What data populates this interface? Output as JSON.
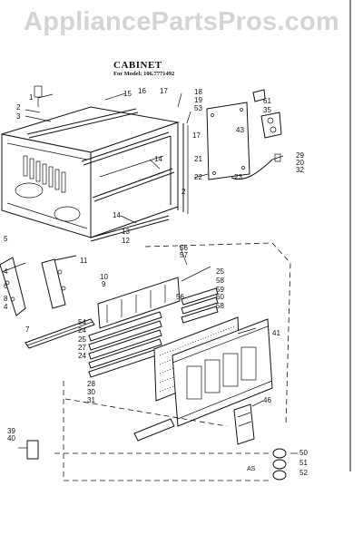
{
  "watermark": "AppliancePartsPros.com",
  "title": "CABINET",
  "subtitle": "For Model: 106.7771492",
  "corner_mark": "AS",
  "callouts": [
    "1",
    "2",
    "3",
    "15",
    "16",
    "17",
    "18",
    "19",
    "53",
    "61",
    "35",
    "43",
    "17",
    "14",
    "21",
    "22",
    "2",
    "29",
    "20",
    "32",
    "23",
    "14",
    "13",
    "12",
    "5",
    "11",
    "4",
    "6",
    "8",
    "4",
    "10",
    "9",
    "7",
    "56",
    "57",
    "25",
    "58",
    "59",
    "60",
    "58",
    "56",
    "54",
    "24",
    "25",
    "27",
    "24",
    "41",
    "28",
    "30",
    "31",
    "46",
    "39",
    "40",
    "50",
    "51",
    "52"
  ]
}
